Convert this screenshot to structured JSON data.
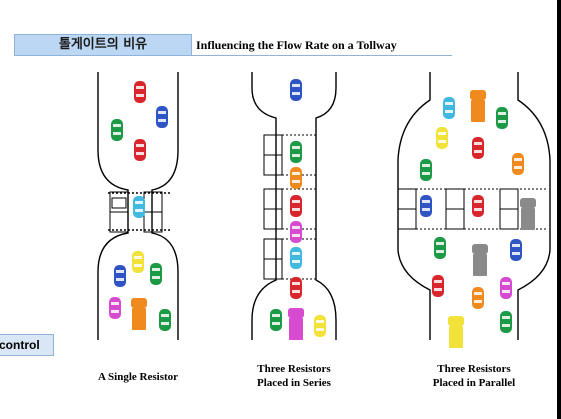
{
  "header": {
    "korean_label": "톨게이트의 비유",
    "title": "Influencing the Flow Rate on a Tollway"
  },
  "side_label": "control",
  "diagrams": [
    {
      "caption_line1": "A Single Resistor",
      "caption_line2": ""
    },
    {
      "caption_line1": "Three Resistors",
      "caption_line2": "Placed in Series"
    },
    {
      "caption_line1": "Three Resistors",
      "caption_line2": "Placed in Parallel"
    }
  ],
  "colors": {
    "red": "#d8262c",
    "green": "#1d9a46",
    "blue": "#2f55c4",
    "orange": "#f08a1e",
    "magenta": "#d64bd0",
    "yellow": "#f2e23a",
    "cyan": "#41b8e0",
    "gray": "#8a8a8a"
  }
}
